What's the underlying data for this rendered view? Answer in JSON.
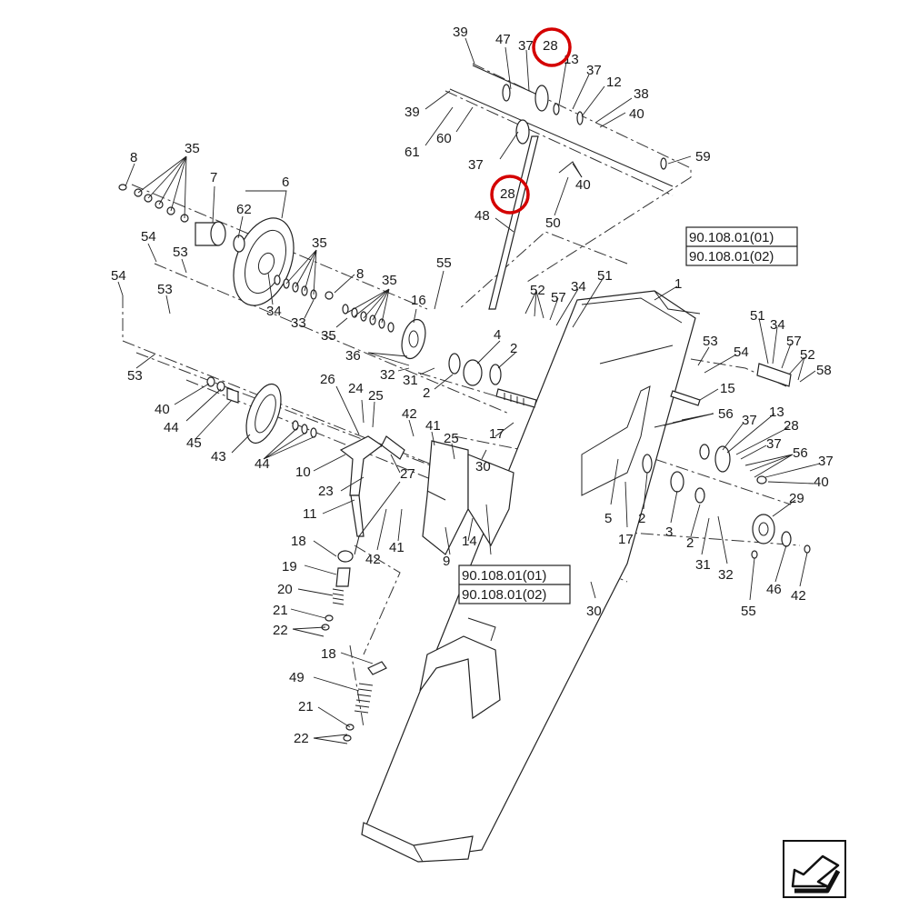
{
  "colors": {
    "highlight": "#d40000",
    "ink": "#222222"
  },
  "icons": {
    "direction": "forward-arrow-icon"
  },
  "refs": [
    "90.108.01(01)",
    "90.108.01(02)",
    "90.108.01(01)",
    "90.108.01(02)"
  ],
  "labels": [
    "39",
    "47",
    "37",
    "28",
    "13",
    "37",
    "12",
    "38",
    "40",
    "39",
    "61",
    "60",
    "37",
    "40",
    "59",
    "28",
    "48",
    "50",
    "8",
    "35",
    "7",
    "62",
    "6",
    "54",
    "53",
    "35",
    "8",
    "54",
    "53",
    "34",
    "33",
    "35",
    "55",
    "16",
    "35",
    "53",
    "36",
    "32",
    "31",
    "4",
    "2",
    "2",
    "40",
    "44",
    "26",
    "24",
    "25",
    "45",
    "43",
    "44",
    "42",
    "41",
    "25",
    "10",
    "23",
    "27",
    "30",
    "17",
    "11",
    "18",
    "19",
    "20",
    "21",
    "22",
    "42",
    "41",
    "9",
    "14",
    "52",
    "57",
    "34",
    "51",
    "1",
    "53",
    "54",
    "51",
    "34",
    "57",
    "52",
    "58",
    "15",
    "56",
    "37",
    "13",
    "28",
    "37",
    "56",
    "37",
    "40",
    "5",
    "17",
    "2",
    "3",
    "2",
    "31",
    "32",
    "29",
    "55",
    "46",
    "42",
    "30",
    "18",
    "49",
    "21",
    "22"
  ],
  "highlighted_labels": [
    "28",
    "28"
  ]
}
